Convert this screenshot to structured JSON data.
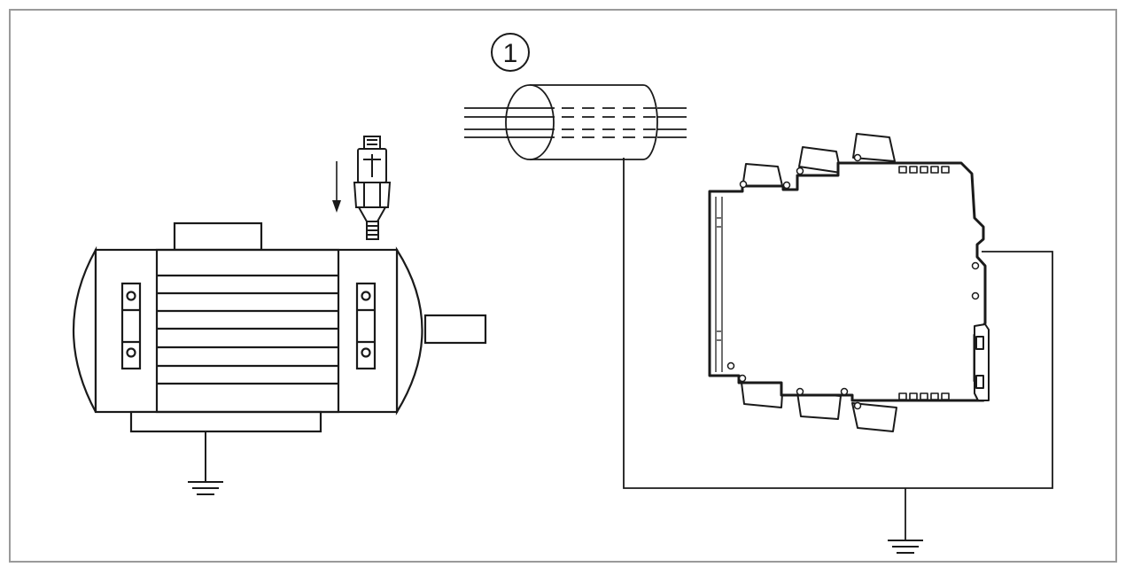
{
  "diagram": {
    "type": "wiring-schematic",
    "callouts": [
      {
        "id": "cable-shield",
        "label": "1"
      }
    ],
    "components": {
      "motor": "electric-motor",
      "sensor": "pressure-sensor",
      "cable": "shielded-cable",
      "module": "din-rail-module",
      "grounds": [
        "motor-ground",
        "module-ground"
      ]
    },
    "colors": {
      "stroke": "#1a1a1a",
      "frame": "#9a9a9a",
      "module_edge": "#6f6f6f",
      "background": "#ffffff"
    }
  }
}
